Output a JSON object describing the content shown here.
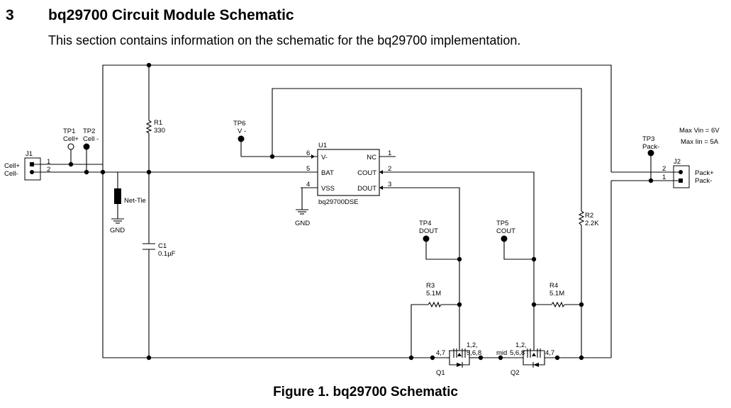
{
  "section": {
    "number": "3",
    "title": "bq29700 Circuit Module Schematic",
    "intro": "This section contains information on the schematic for the bq29700 implementation."
  },
  "figure": {
    "caption": "Figure 1. bq29700 Schematic"
  },
  "schematic": {
    "j1": {
      "ref": "J1",
      "pin_labels": [
        "Cell+",
        "Cell-"
      ],
      "pins": [
        "1",
        "2"
      ]
    },
    "j2": {
      "ref": "J2",
      "pin_labels": [
        "Pack+",
        "Pack-"
      ],
      "pins": [
        "2",
        "1"
      ]
    },
    "tp1": {
      "ref": "TP1",
      "net": "Cell+"
    },
    "tp2": {
      "ref": "TP2",
      "net": "Cell -"
    },
    "tp3": {
      "ref": "TP3",
      "net": "Pack-"
    },
    "tp4": {
      "ref": "TP4",
      "net": "DOUT"
    },
    "tp5": {
      "ref": "TP5",
      "net": "COUT"
    },
    "tp6": {
      "ref": "TP6",
      "net": "V -"
    },
    "r1": {
      "ref": "R1",
      "value": "330"
    },
    "r2": {
      "ref": "R2",
      "value": "2.2K"
    },
    "r3": {
      "ref": "R3",
      "value": "5.1M"
    },
    "r4": {
      "ref": "R4",
      "value": "5.1M"
    },
    "c1": {
      "ref": "C1",
      "value": "0.1µF"
    },
    "net_tie": "Net-Tie",
    "gnd_labels": [
      "GND",
      "GND"
    ],
    "u1": {
      "ref": "U1",
      "part": "bq29700DSE",
      "left_pins": [
        {
          "num": "6",
          "name": "V-"
        },
        {
          "num": "5",
          "name": "BAT"
        },
        {
          "num": "4",
          "name": "VSS"
        }
      ],
      "right_pins": [
        {
          "num": "1",
          "name": "NC"
        },
        {
          "num": "2",
          "name": "COUT"
        },
        {
          "num": "3",
          "name": "DOUT"
        }
      ]
    },
    "q1": {
      "ref": "Q1",
      "pins_source": "4,7",
      "pins_drain_top": "1,2,",
      "pins_drain_bottom": "5,6,8"
    },
    "q2": {
      "ref": "Q2",
      "pins_source": "4,7",
      "pins_drain_top": "1,2,",
      "pins_drain_bottom": "5,6,8",
      "mid_label": "mid"
    },
    "notes": [
      "Max Vin = 6V",
      "Max Iin = 5A"
    ]
  }
}
